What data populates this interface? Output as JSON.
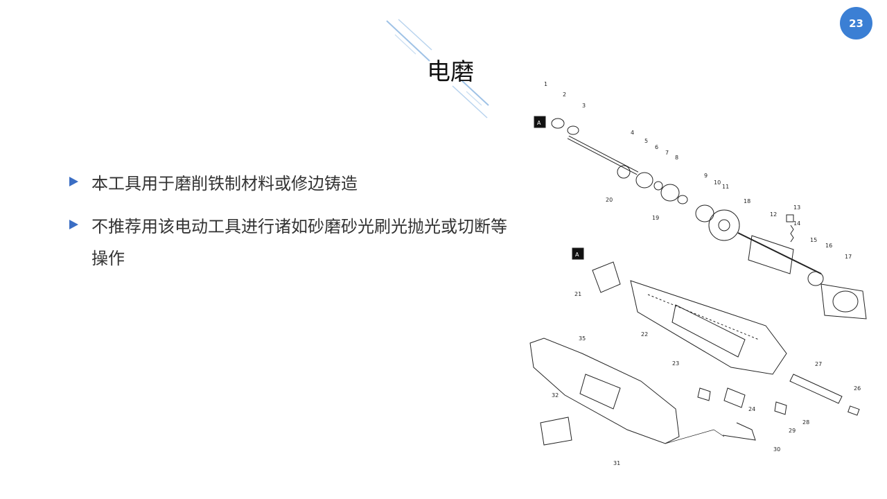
{
  "slide": {
    "page_number": "23",
    "title": "电磨",
    "bullets": [
      "本工具用于磨削铁制材料或修边铸造",
      "不推荐用该电动工具进行诸如砂磨砂光刷光抛光或切断等操作"
    ]
  },
  "diagram": {
    "section_marker_1": "A",
    "section_marker_2": "A",
    "part_labels": [
      "1",
      "2",
      "3",
      "4",
      "5",
      "6",
      "7",
      "8",
      "9",
      "10",
      "11",
      "12",
      "13",
      "14",
      "15",
      "16",
      "17",
      "18",
      "19",
      "20",
      "21",
      "22",
      "23",
      "24",
      "26",
      "27",
      "28",
      "29",
      "30",
      "31",
      "32",
      "35"
    ]
  },
  "colors": {
    "accent": "#3b7fd4",
    "bullet_arrow": "#3b6ec4",
    "deco_lines": "#9fc2e6"
  }
}
